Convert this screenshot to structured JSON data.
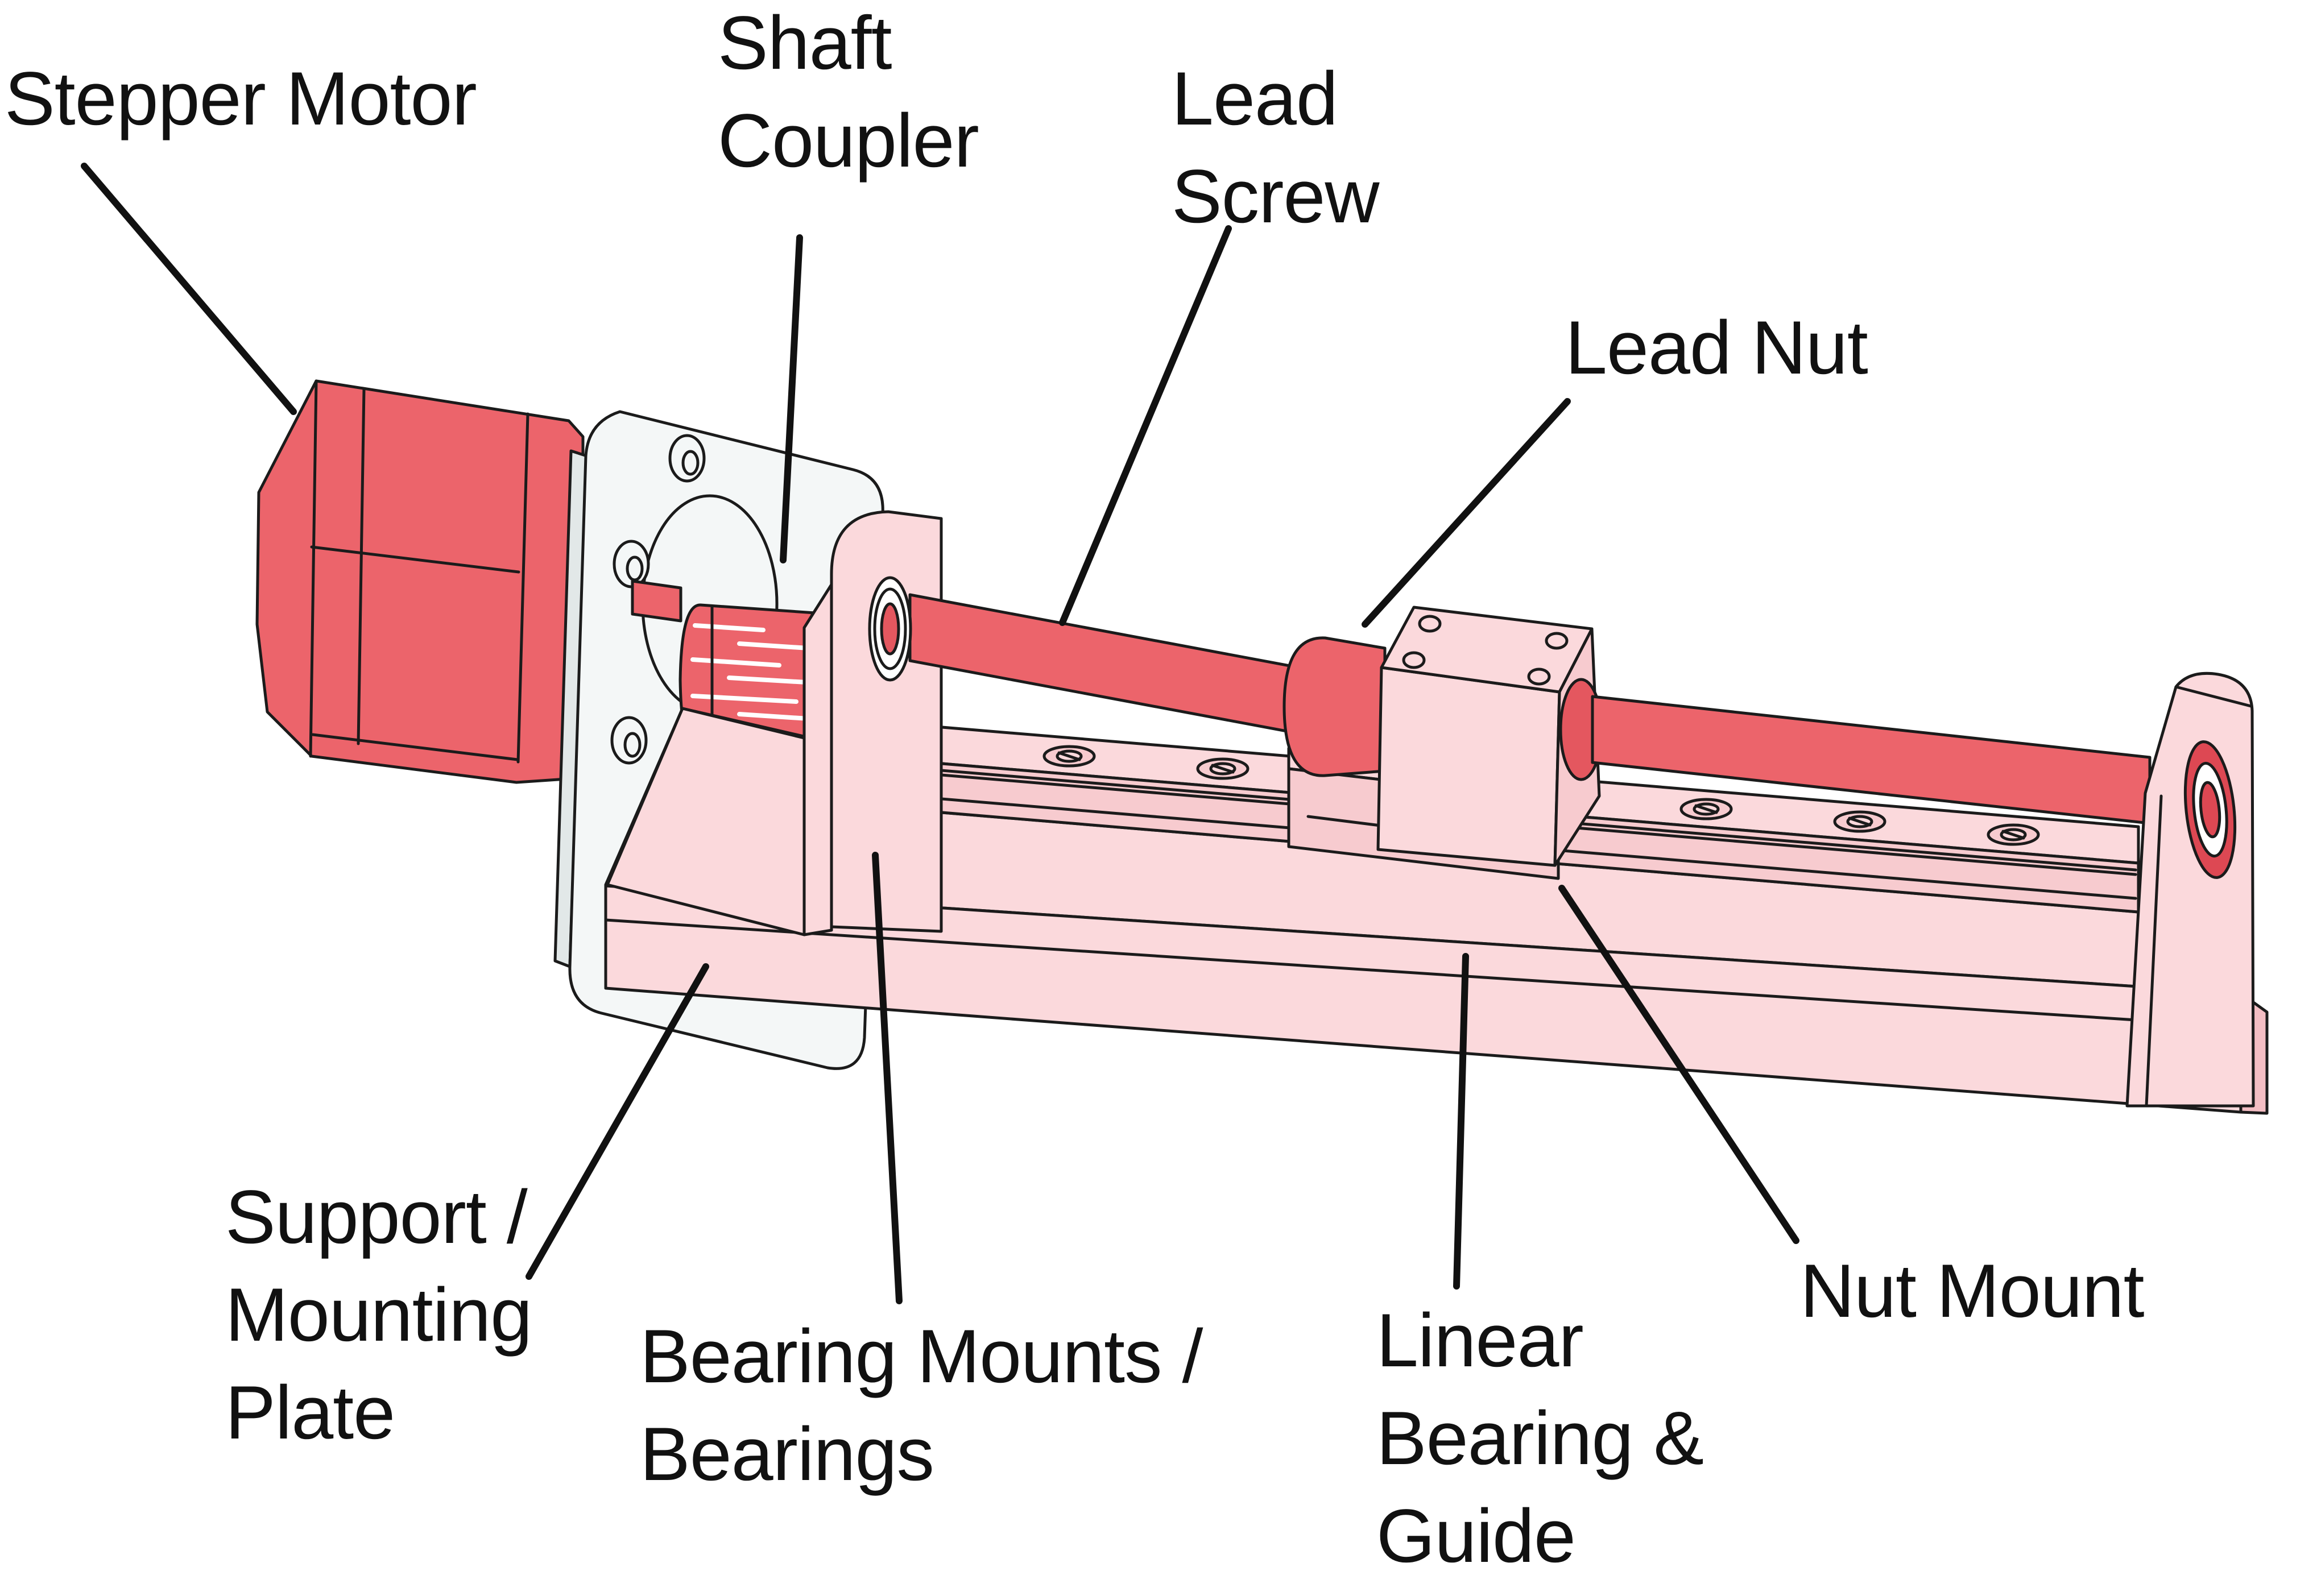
{
  "diagram": {
    "type": "labeled-isometric-illustration",
    "subject": "lead screw linear actuator assembly"
  },
  "labels": {
    "stepper_motor": {
      "lines": [
        "Stepper Motor"
      ]
    },
    "shaft_coupler": {
      "lines": [
        "Shaft",
        "Coupler"
      ]
    },
    "lead_screw": {
      "lines": [
        "Lead",
        "Screw"
      ]
    },
    "lead_nut": {
      "lines": [
        "Lead Nut"
      ]
    },
    "support_mounting_plate": {
      "lines": [
        "Support /",
        "Mounting",
        "Plate"
      ]
    },
    "bearing_mounts": {
      "lines": [
        "Bearing Mounts /",
        "Bearings"
      ]
    },
    "linear_bearing_guide": {
      "lines": [
        "Linear",
        "Bearing &",
        "Guide"
      ]
    },
    "nut_mount": {
      "lines": [
        "Nut Mount"
      ]
    }
  },
  "parts": [
    {
      "name": "stepper-motor",
      "color_key": "red_main"
    },
    {
      "name": "motor-mount-plate",
      "color_key": "plate_white"
    },
    {
      "name": "shaft-coupler",
      "color_key": "red_main"
    },
    {
      "name": "lead-screw",
      "color_key": "red_main"
    },
    {
      "name": "lead-nut",
      "color_key": "red_main"
    },
    {
      "name": "bearing-mount",
      "color_key": "pink_light"
    },
    {
      "name": "nut-mount-block",
      "color_key": "pink_light"
    },
    {
      "name": "linear-bearing-guide",
      "color_key": "pink_light"
    },
    {
      "name": "support-base-plate",
      "color_key": "pink_light"
    },
    {
      "name": "end-bearing-mount",
      "color_key": "pink_light"
    }
  ],
  "colors": {
    "red_main": "#EC646B",
    "red_side": "#E4575F",
    "red_dark": "#D8515C",
    "bearing_red": "#DD4853",
    "pink_light": "#FBD9DC",
    "pink_mid": "#F7CBCF",
    "pink_dark": "#F3BDC3",
    "plate_white": "#F4F7F7",
    "plate_side": "#E2E8E8",
    "outline": "#1B1B1B",
    "leader": "#111111",
    "text": "#111111",
    "background": "#FFFFFF"
  }
}
